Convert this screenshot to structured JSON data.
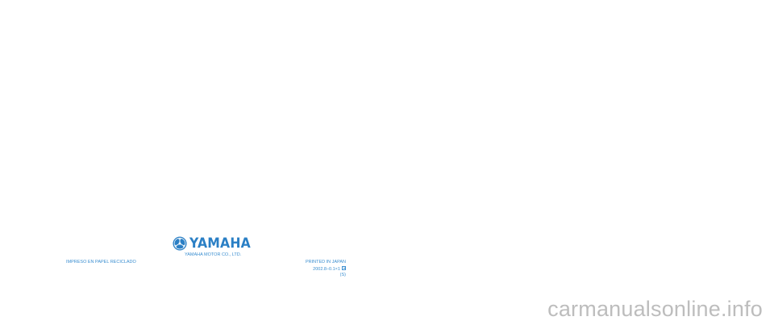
{
  "colors": {
    "brand_blue": "#2a7fc5",
    "text_blue": "#3a8ed0",
    "watermark_gray": "#bdbdbd",
    "background": "#ffffff"
  },
  "logo": {
    "emblem_icon": "tuning-fork-emblem-icon",
    "text": "YAMAHA"
  },
  "company": "YAMAHA MOTOR CO., LTD.",
  "recycled_note": "IMPRESO EN PAPEL RECICLADO",
  "printed": {
    "line1": "PRINTED IN JAPAN",
    "line2": "2002.8–0.1×1",
    "line3": "(S)"
  },
  "watermark": "carmanualsonline.info"
}
